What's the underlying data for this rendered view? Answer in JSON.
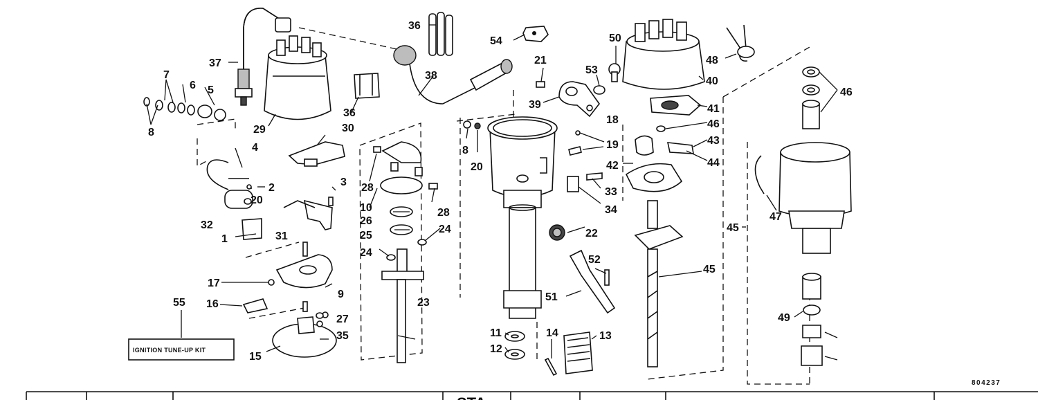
{
  "diagram": {
    "figure_code": "804237",
    "kit_box_label": "IGNITION TUNE-UP KIT",
    "callouts": {
      "c1": "1",
      "c2": "2",
      "c3": "3",
      "c4": "4",
      "c5": "5",
      "c6": "6",
      "c7": "7",
      "c8a": "8",
      "c8b": "8",
      "c9": "9",
      "c10": "10",
      "c11": "11",
      "c12": "12",
      "c13": "13",
      "c14": "14",
      "c15": "15",
      "c16": "16",
      "c17": "17",
      "c18": "18",
      "c19": "19",
      "c20a": "20",
      "c20b": "20",
      "c21": "21",
      "c22": "22",
      "c23": "23",
      "c24a": "24",
      "c24b": "24",
      "c25": "25",
      "c26": "26",
      "c27": "27",
      "c28a": "28",
      "c28b": "28",
      "c29": "29",
      "c30": "30",
      "c31": "31",
      "c32": "32",
      "c33": "33",
      "c34": "34",
      "c35": "35",
      "c36a": "36",
      "c36b": "36",
      "c37": "37",
      "c38": "38",
      "c39": "39",
      "c40": "40",
      "c41": "41",
      "c42": "42",
      "c43": "43",
      "c44": "44",
      "c45a": "45",
      "c45b": "45",
      "c46a": "46",
      "c46b": "46",
      "c47": "47",
      "c48": "48",
      "c49": "49",
      "c50": "50",
      "c51": "51",
      "c52": "52",
      "c53": "53",
      "c54": "54",
      "c55": "55"
    },
    "table_header_fragment": "STA"
  }
}
